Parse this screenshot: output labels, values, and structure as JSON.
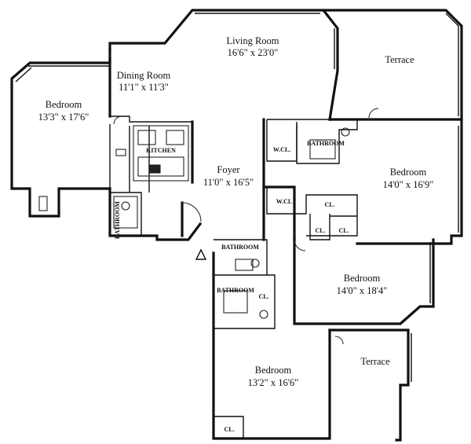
{
  "rooms": {
    "living_room": {
      "name": "Living Room",
      "dims": "16'6\" x 23'0\""
    },
    "dining_room": {
      "name": "Dining Room",
      "dims": "11'1\" x 11'3\""
    },
    "terrace_top": {
      "name": "Terrace"
    },
    "bedroom_west": {
      "name": "Bedroom",
      "dims": "13'3\" x 17'6\""
    },
    "foyer": {
      "name": "Foyer",
      "dims": "11'0\" x 16'5\""
    },
    "bedroom_east": {
      "name": "Bedroom",
      "dims": "14'0\" x 16'9\""
    },
    "bedroom_mid": {
      "name": "Bedroom",
      "dims": "14'0\" x 18'4\""
    },
    "bedroom_south": {
      "name": "Bedroom",
      "dims": "13'2\" x 16'6\""
    },
    "terrace_bottom": {
      "name": "Terrace"
    }
  },
  "small_labels": {
    "kitchen": "KITCHEN",
    "bathroom_upper": "BATHROOM",
    "bathroom_west": "BATHROOM",
    "bathroom_center": "BATHROOM",
    "bathroom_lower": "BATHROOM",
    "wcl_upper": "W.CL.",
    "wcl_lower": "W.CL",
    "cl_a": "CL.",
    "cl_b": "CL.",
    "cl_c": "CL.",
    "cl_d": "CL.",
    "cl_e": "CL."
  }
}
